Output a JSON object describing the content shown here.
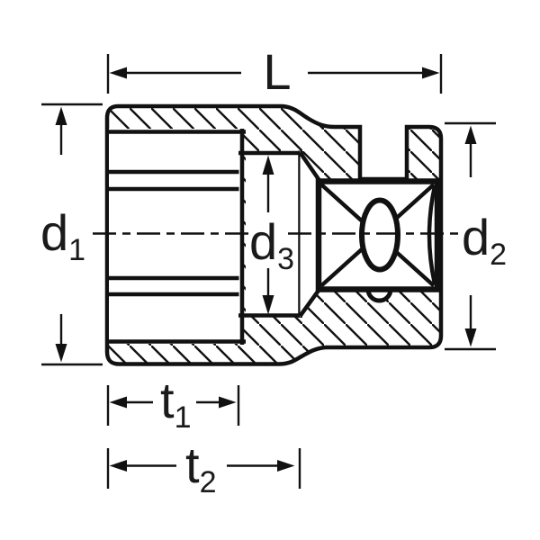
{
  "figure": {
    "description": "Technical cross-section drawing of a square-drive socket with dimension annotations",
    "colors": {
      "background": "#ffffff",
      "line": "#111111"
    },
    "labels": {
      "L": "L",
      "d1": {
        "base": "d",
        "sub": "1"
      },
      "d2": {
        "base": "d",
        "sub": "2"
      },
      "d3": {
        "base": "d",
        "sub": "3"
      },
      "t1": {
        "base": "t",
        "sub": "1"
      },
      "t2": {
        "base": "t",
        "sub": "2"
      }
    }
  }
}
